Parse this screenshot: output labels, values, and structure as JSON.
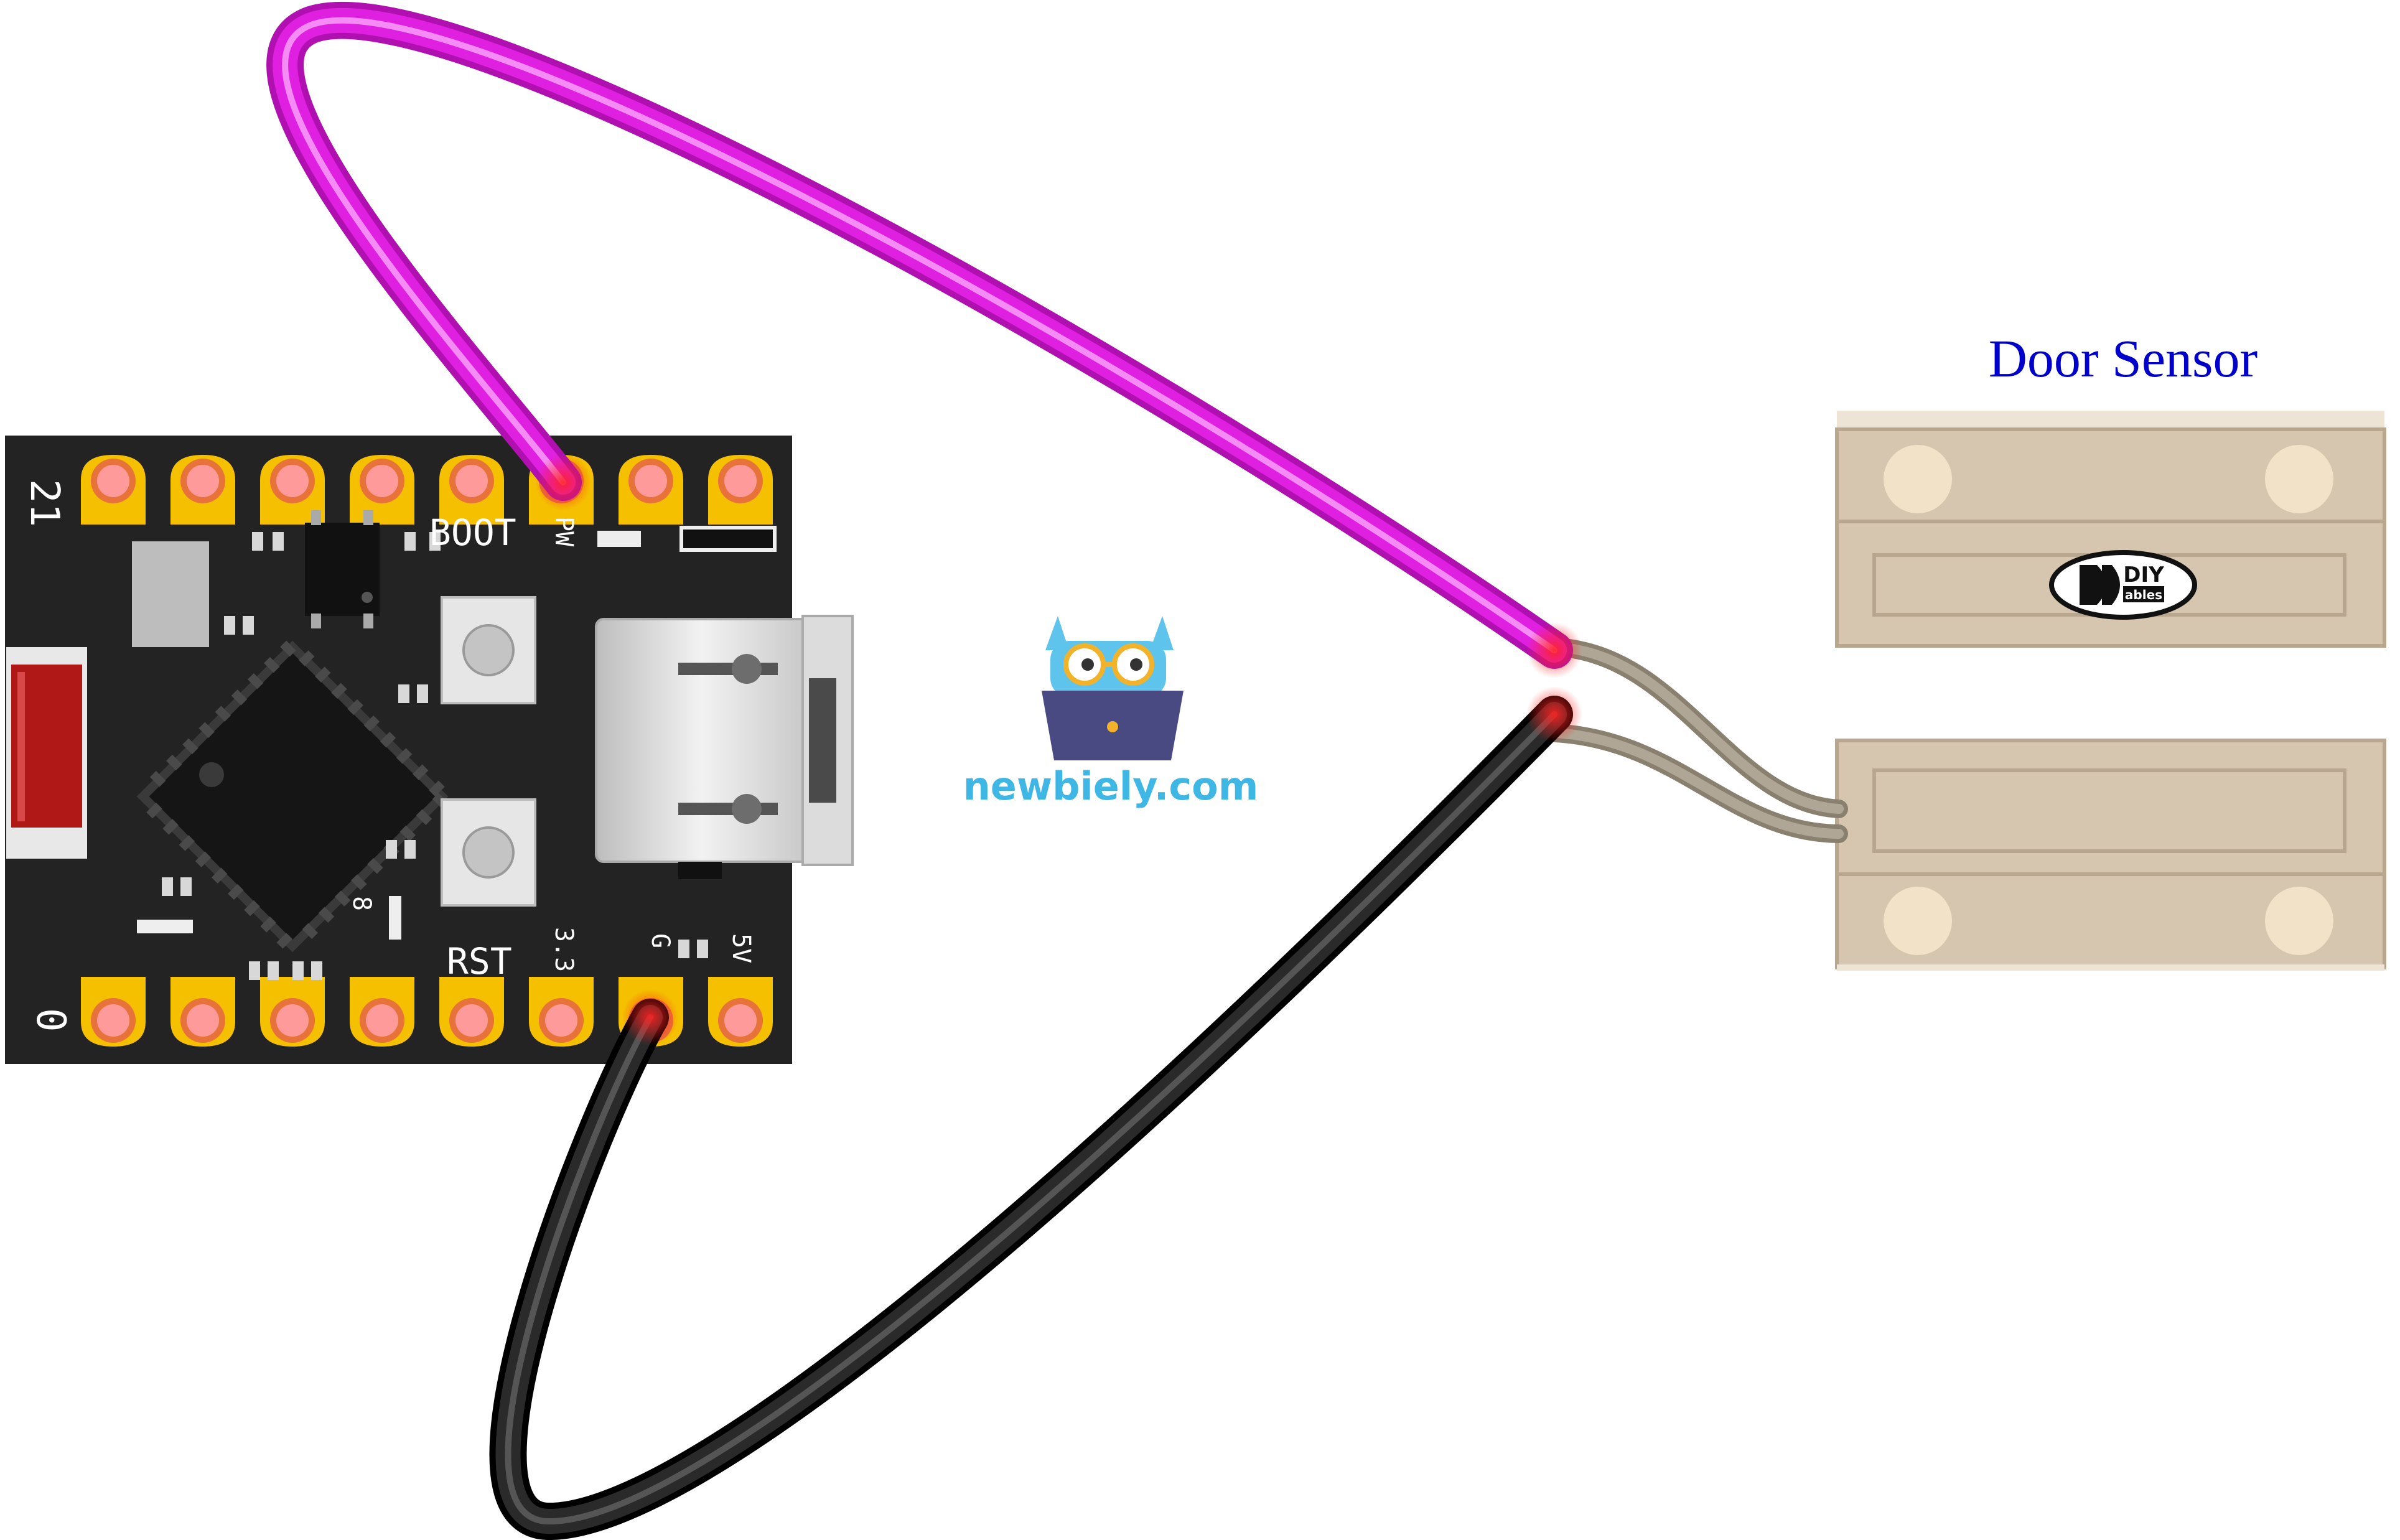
{
  "sensor": {
    "title": "Door Sensor",
    "title_color": "#0000cc",
    "logo_text": "DIY",
    "logo_subtext": "ables"
  },
  "board": {
    "top_corner_label": "21",
    "bottom_corner_label": "0",
    "boot_label": "BOOT",
    "rst_label": "RST",
    "pin_labels": {
      "pw": "PW",
      "v33": "3.3",
      "gnd": "G",
      "v5": "5V",
      "eight": "8"
    }
  },
  "watermark": {
    "text": "newbiely.com",
    "color": "#3fb7e5"
  },
  "colors": {
    "wire_signal": "#e020e0",
    "wire_ground": "#222222",
    "sensor_body": "#d8c8b0",
    "board": "#222222",
    "pad": "#f5c000"
  },
  "icons": {
    "watermark": "owl-laptop-icon",
    "logo": "diyables-logo-icon"
  }
}
